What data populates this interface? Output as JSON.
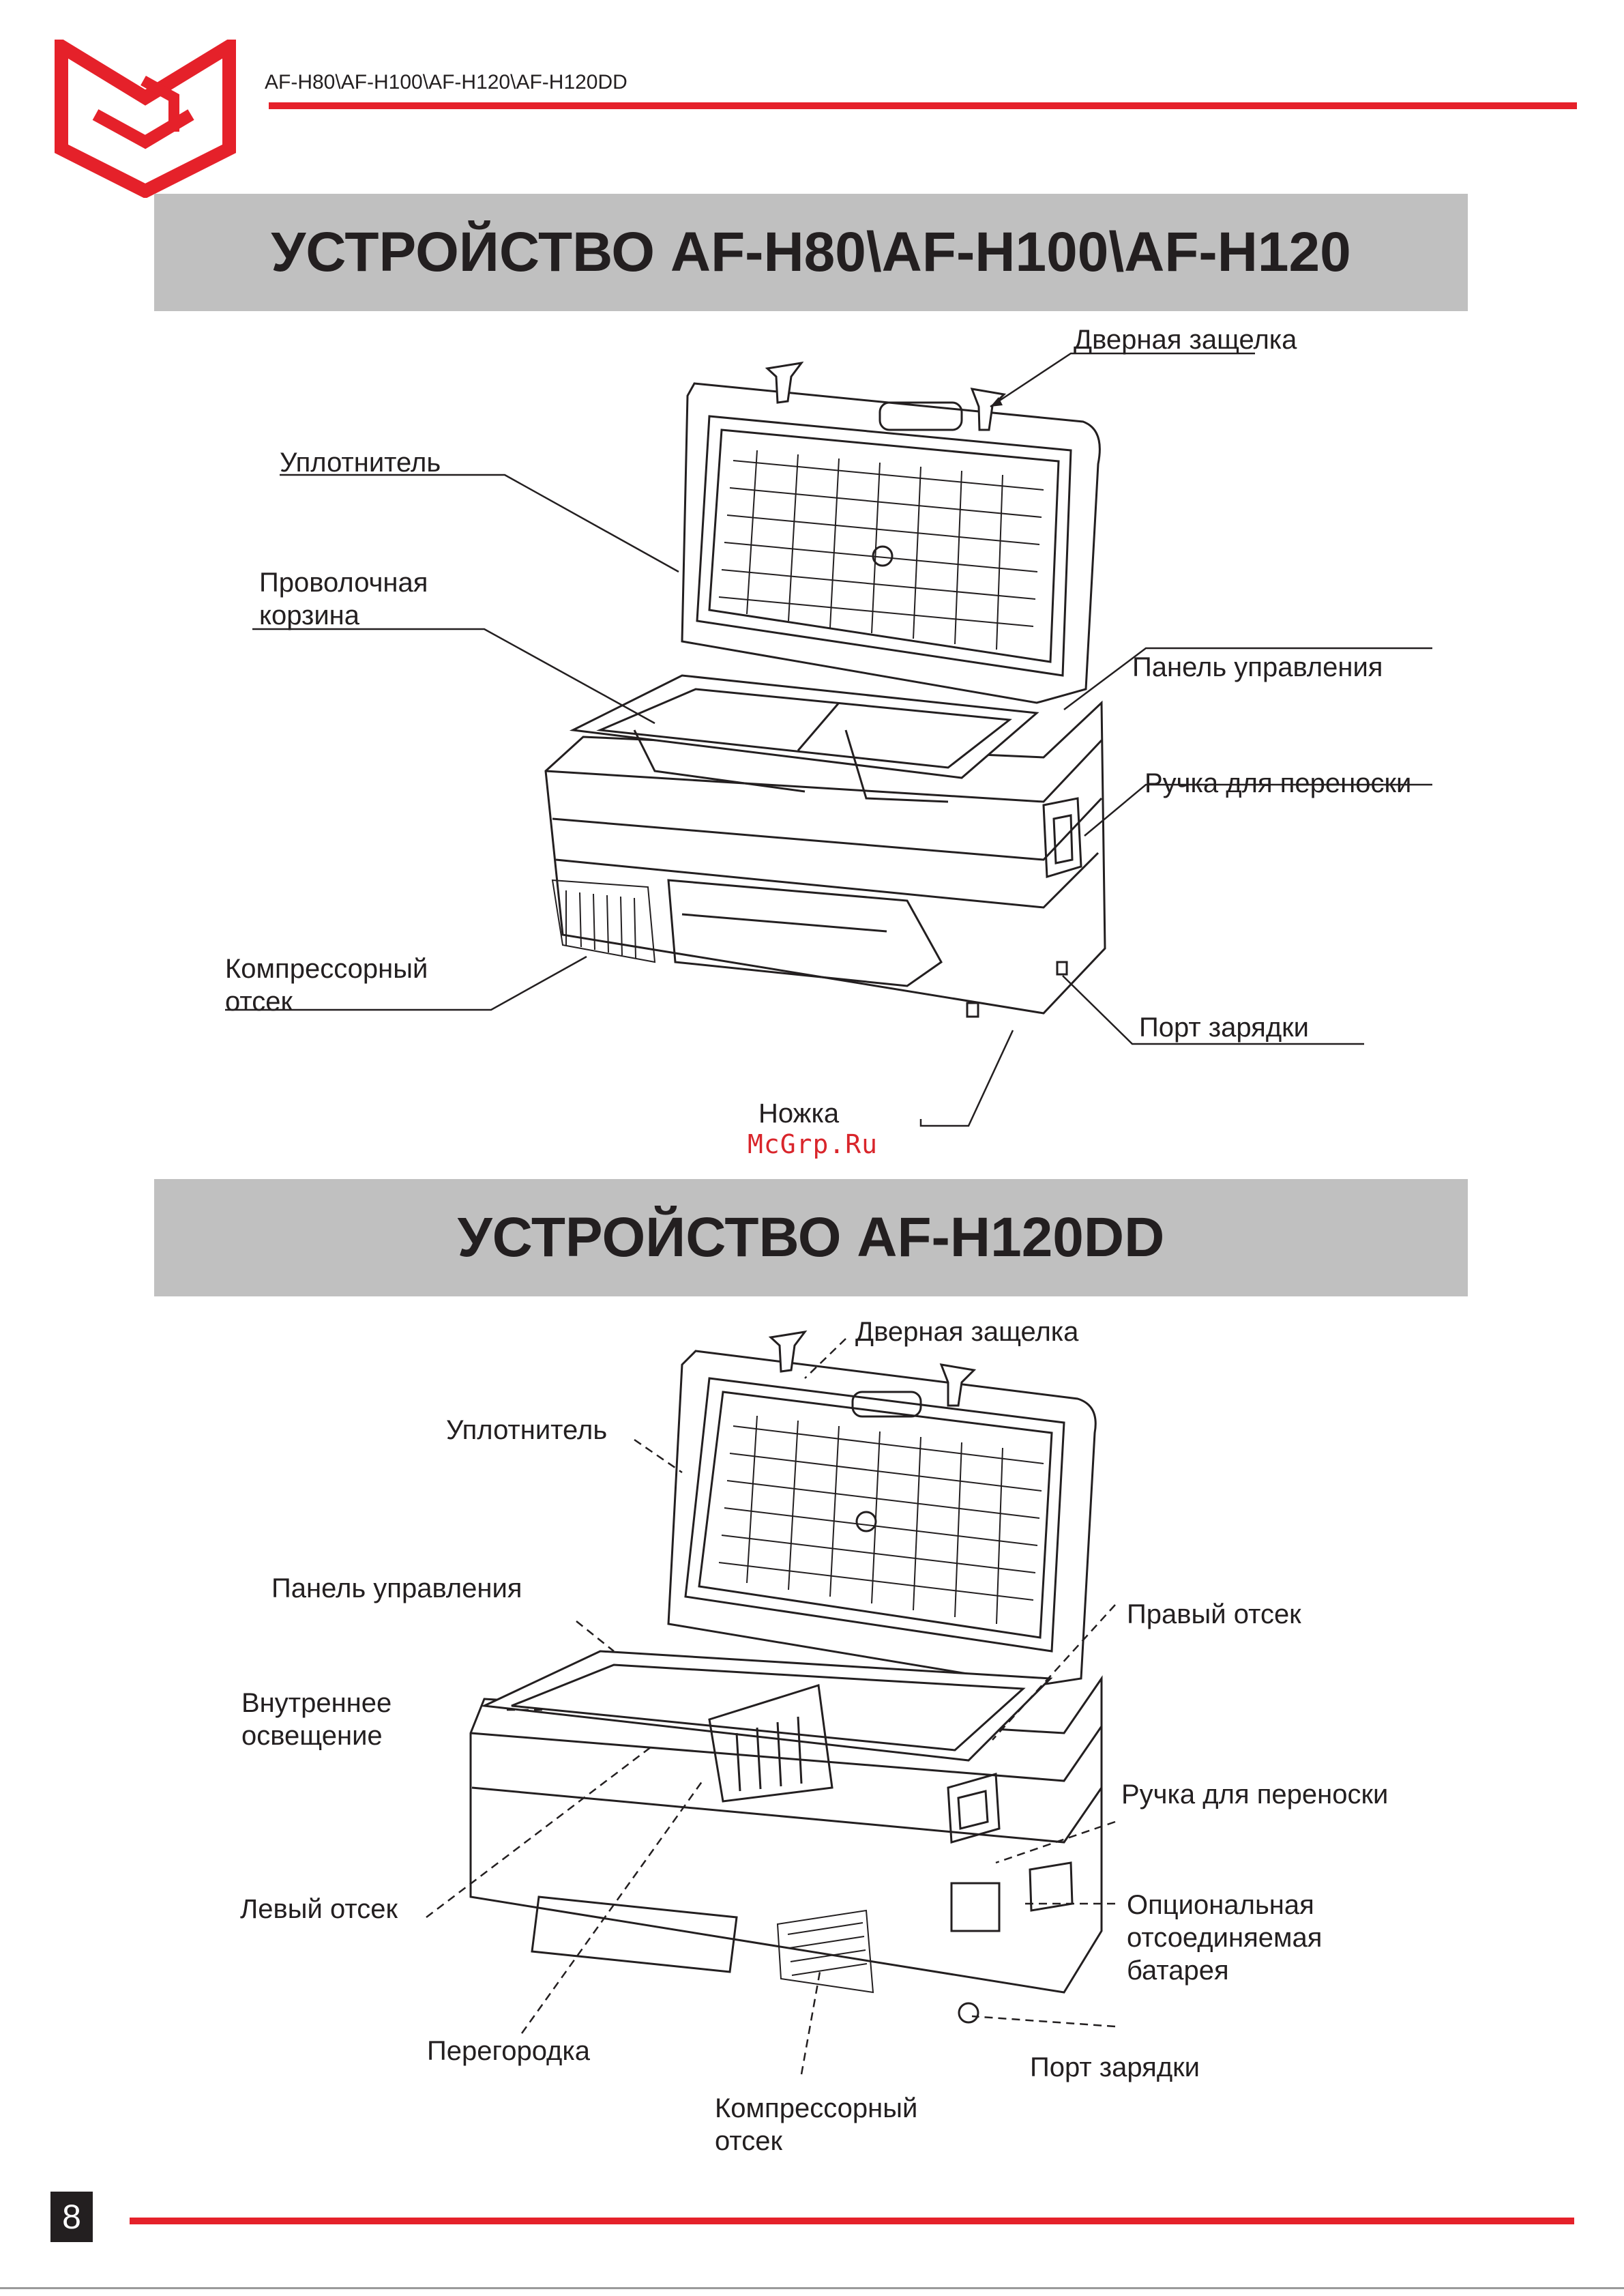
{
  "header": {
    "models": "AF-H80\\AF-H100\\AF-H120\\AF-H120DD",
    "accent_color": "#e5212a"
  },
  "section1": {
    "title": "УСТРОЙСТВО AF-H80\\AF-H100\\AF-H120",
    "labels": {
      "door_latch": "Дверная защелка",
      "seal": "Уплотнитель",
      "wire_basket_1": "Проволочная",
      "wire_basket_2": "корзина",
      "control_panel": "Панель управления",
      "carry_handle": "Ручка для переноски",
      "compressor_1": "Компрессорный",
      "compressor_2": "отсек",
      "charging_port": "Порт зарядки",
      "foot": "Ножка"
    }
  },
  "watermark": "McGrp.Ru",
  "section2": {
    "title": "УСТРОЙСТВО AF-H120DD",
    "labels": {
      "door_latch": "Дверная защелка",
      "seal": "Уплотнитель",
      "control_panel": "Панель управления",
      "inner_light_1": "Внутреннее",
      "inner_light_2": "освещение",
      "right_compartment": "Правый отсек",
      "carry_handle": "Ручка для переноски",
      "left_compartment": "Левый отсек",
      "battery_1": "Опциональная",
      "battery_2": "отсоединяемая",
      "battery_3": "батарея",
      "divider": "Перегородка",
      "charging_port": "Порт зарядки",
      "compressor_1": "Компрессорный",
      "compressor_2": "отсек"
    }
  },
  "footer": {
    "page_number": "8"
  }
}
